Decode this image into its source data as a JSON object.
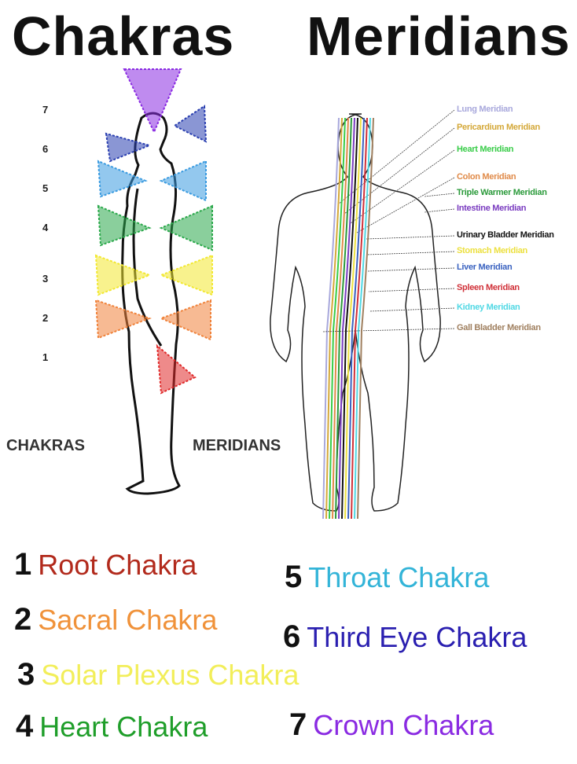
{
  "titles": {
    "left": "Chakras",
    "right": "Meridians"
  },
  "chakra_numbers": [
    "7",
    "6",
    "5",
    "4",
    "3",
    "2",
    "1"
  ],
  "captions": {
    "left": "CHAKRAS",
    "right": "MERIDIANS"
  },
  "chakra_colors": {
    "crown": "#8a2be2",
    "third_eye": "#2a3fb0",
    "throat": "#3a9be0",
    "heart": "#2aa84a",
    "solar": "#f2e830",
    "sacral": "#f0823a",
    "root": "#e02a2a"
  },
  "meridians": [
    {
      "label": "Lung Meridian",
      "color": "#a8a8dc"
    },
    {
      "label": "Pericardium Meridian",
      "color": "#d4a838"
    },
    {
      "label": "Heart Meridian",
      "color": "#38cc48"
    },
    {
      "label": "Colon Meridian",
      "color": "#e08a48"
    },
    {
      "label": "Triple Warmer Meridian",
      "color": "#2a9a3a"
    },
    {
      "label": "Intestine Meridian",
      "color": "#7a3cc0"
    },
    {
      "label": "Urinary Bladder Meridian",
      "color": "#111111"
    },
    {
      "label": "Stomach Meridian",
      "color": "#ece040"
    },
    {
      "label": "Liver Meridian",
      "color": "#3a62c0"
    },
    {
      "label": "Spleen Meridian",
      "color": "#d03038"
    },
    {
      "label": "Kidney Meridian",
      "color": "#50d8e4"
    },
    {
      "label": "Gall Bladder Meridian",
      "color": "#a08060"
    }
  ],
  "legend": [
    {
      "num": "1",
      "label": "Root Chakra",
      "color": "#b22a1c"
    },
    {
      "num": "2",
      "label": "Sacral Chakra",
      "color": "#f0923a"
    },
    {
      "num": "3",
      "label": "Solar Plexus Chakra",
      "color": "#f2ee5a"
    },
    {
      "num": "4",
      "label": "Heart Chakra",
      "color": "#1f9e2a"
    },
    {
      "num": "5",
      "label": "Throat Chakra",
      "color": "#33b4d8"
    },
    {
      "num": "6",
      "label": "Third Eye Chakra",
      "color": "#2a1fb0"
    },
    {
      "num": "7",
      "label": "Crown Chakra",
      "color": "#8a2be2"
    }
  ]
}
